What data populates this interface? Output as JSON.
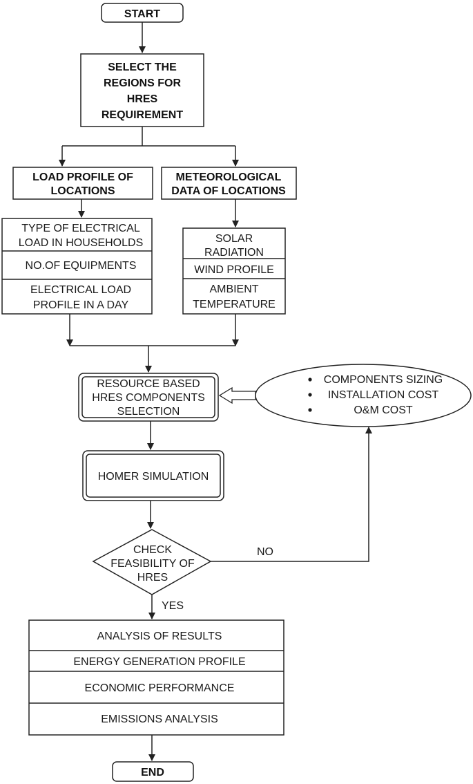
{
  "start": "START",
  "select_regions": [
    "SELECT THE",
    "REGIONS FOR",
    "HRES",
    "REQUIREMENT"
  ],
  "load_profile": {
    "title": [
      "LOAD PROFILE OF",
      "LOCATIONS"
    ],
    "items": [
      [
        "TYPE OF ELECTRICAL",
        "LOAD IN HOUSEHOLDS"
      ],
      [
        "NO.OF EQUIPMENTS"
      ],
      [
        "ELECTRICAL LOAD",
        "PROFILE IN A DAY"
      ]
    ]
  },
  "meteorological": {
    "title": [
      "METEOROLOGICAL",
      "DATA OF LOCATIONS"
    ],
    "items": [
      [
        "SOLAR",
        "RADIATION"
      ],
      [
        "WIND PROFILE"
      ],
      [
        "AMBIENT",
        "TEMPERATURE"
      ]
    ]
  },
  "resource_selection": [
    "RESOURCE BASED",
    "HRES COMPONENTS",
    "SELECTION"
  ],
  "cost_factors": [
    "COMPONENTS SIZING",
    "INSTALLATION COST",
    "O&M COST"
  ],
  "homer": "HOMER SIMULATION",
  "decision": [
    "CHECK",
    "FEASIBILITY OF",
    "HRES"
  ],
  "no_label": "NO",
  "yes_label": "YES",
  "results": [
    "ANALYSIS OF RESULTS",
    "ENERGY GENERATION PROFILE",
    "ECONOMIC PERFORMANCE",
    "EMISSIONS ANALYSIS"
  ],
  "end": "END"
}
